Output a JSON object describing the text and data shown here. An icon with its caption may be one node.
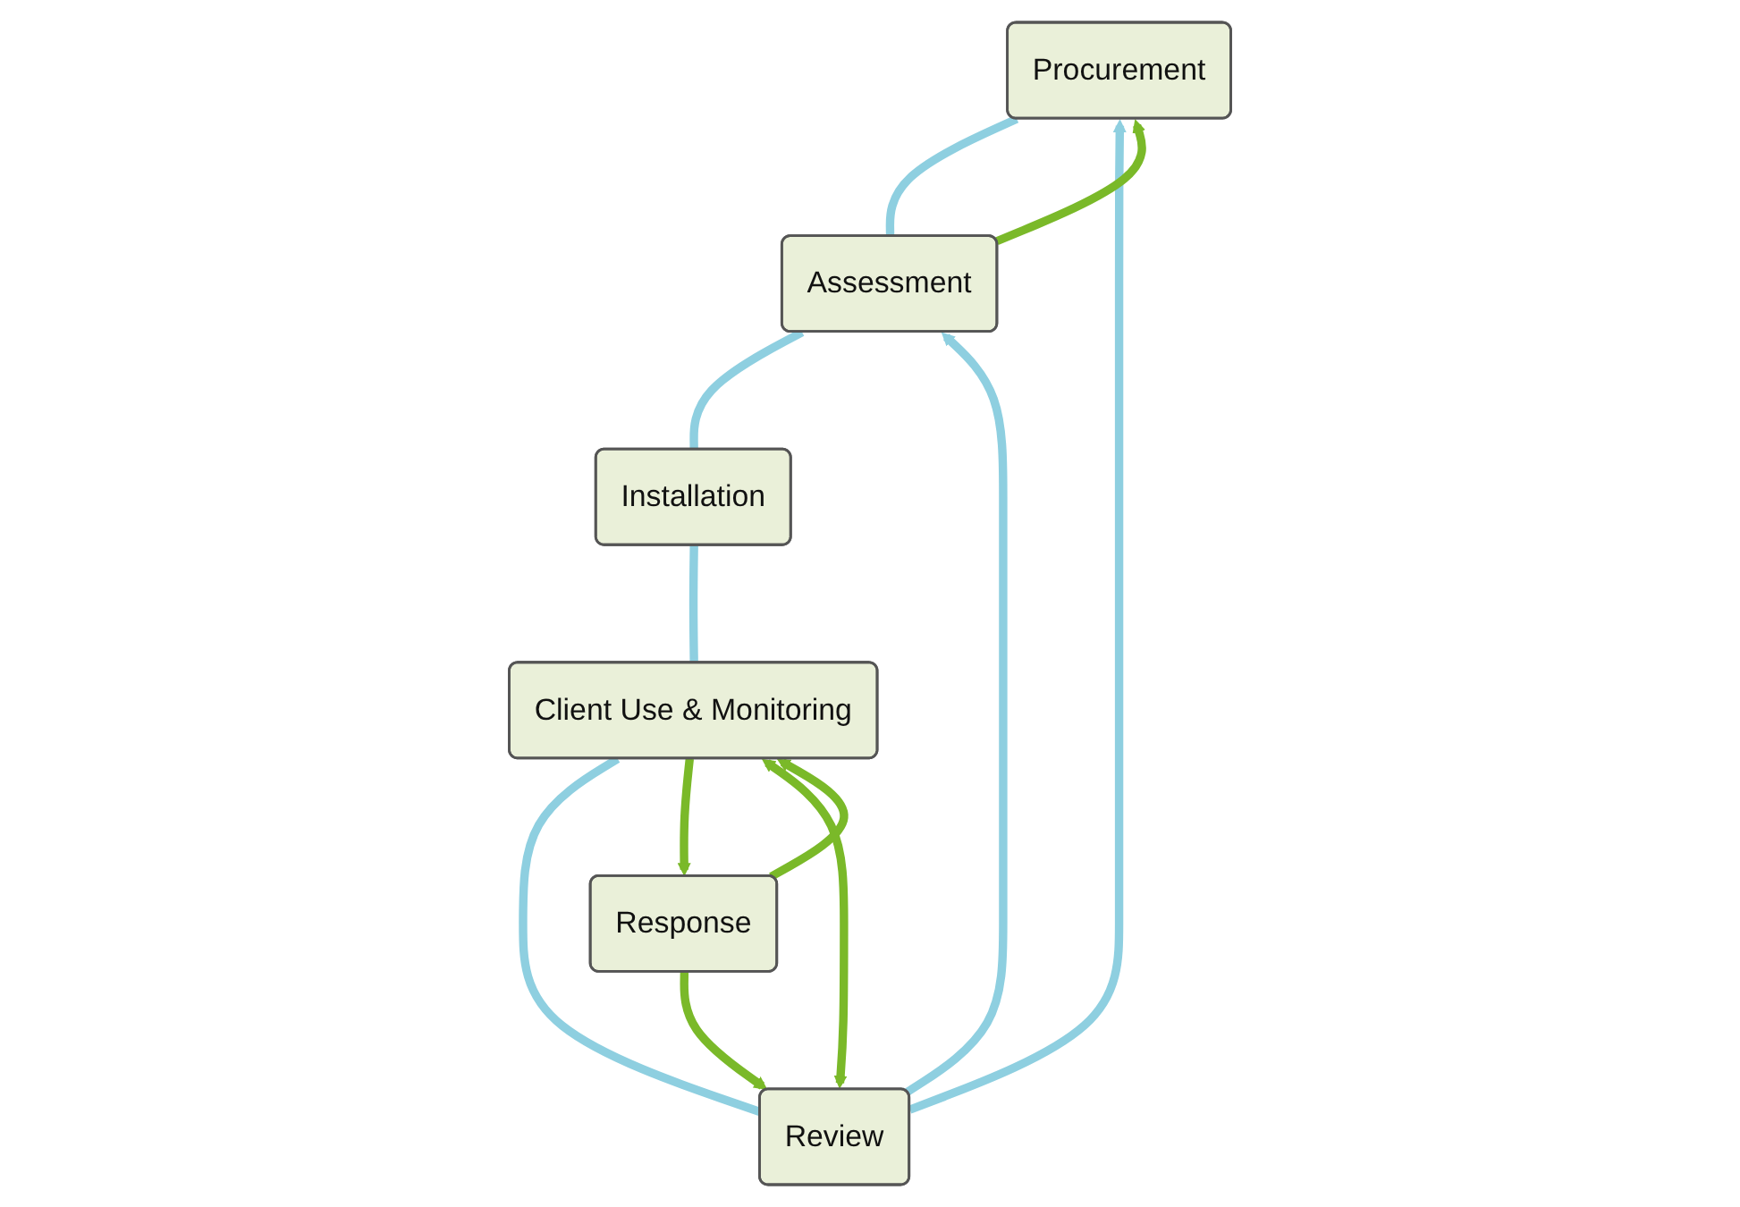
{
  "diagram": {
    "nodes": [
      {
        "text": [
          "Procurement"
        ]
      },
      {
        "text": [
          "Review"
        ]
      },
      {
        "text": [
          "Assessment"
        ]
      },
      {
        "text": [
          "Installation"
        ]
      },
      {
        "text": [
          "Response"
        ]
      },
      {
        "text": [
          "Client Use & Monitoring"
        ]
      }
    ],
    "edges": [
      {
        "from": 1,
        "to": 0,
        "arrow": "to"
      },
      {
        "from": 0,
        "to": 2,
        "arrow": "none"
      },
      {
        "from": 2,
        "to": 3,
        "arrow": "none"
      },
      {
        "from": 3,
        "to": 5,
        "arrow": "none"
      },
      {
        "from": 5,
        "to": 1,
        "arrow": "none"
      },
      {
        "from": 1,
        "to": 2,
        "arrow": "to"
      },
      {
        "from": 2,
        "to": 0,
        "arrow": "to",
        "color": "#7ab929"
      },
      {
        "from": 4,
        "to": 1,
        "arrow": "to",
        "color": "#7ab929"
      },
      {
        "from": 1,
        "to": 5,
        "arrow": "both",
        "color": "#7ab929"
      },
      {
        "from": 4,
        "to": 5,
        "arrow": "to",
        "color": "#7ab929"
      },
      {
        "from": 5,
        "to": 4,
        "arrow": "to",
        "color": "#7ab929"
      }
    ]
  }
}
